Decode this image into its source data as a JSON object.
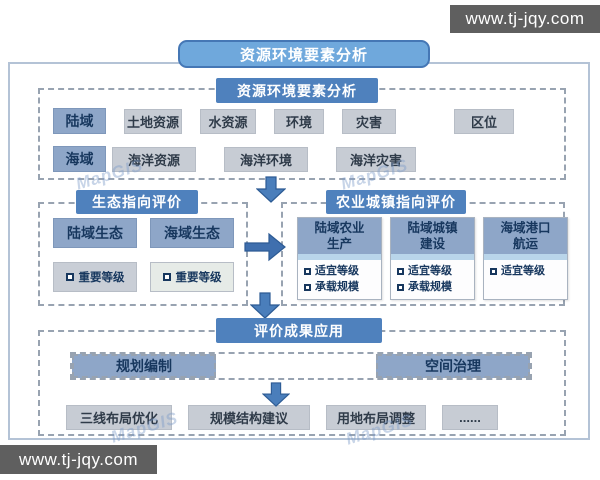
{
  "site_watermark": "www.tj-jqy.com",
  "bg_watermark": "MapGIS",
  "main_title": "资源环境要素分析",
  "colors": {
    "header_blue": "#4f81bd",
    "title_fill": "#6fa8dc",
    "title_border": "#4577b5",
    "label_bluegray": "#8ea6c8",
    "item_gray": "#c7ccd4",
    "card_strip_blue": "#b9d5ea",
    "arrow_blue": "#4a7ebb",
    "text_navy": "#17375e",
    "watermark_bar": "#5f5f5f"
  },
  "elements_section": {
    "header": "资源环境要素分析",
    "rows": [
      {
        "category": "陆域",
        "items": [
          "土地资源",
          "水资源",
          "环境",
          "灾害",
          "区位"
        ]
      },
      {
        "category": "海域",
        "items": [
          "海洋资源",
          "海洋环境",
          "海洋灾害"
        ]
      }
    ]
  },
  "eco_section": {
    "header": "生态指向评价",
    "columns": [
      {
        "title": "陆域生态",
        "item": "重要等级"
      },
      {
        "title": "海域生态",
        "item": "重要等级"
      }
    ]
  },
  "agri_section": {
    "header": "农业城镇指向评价",
    "cards": [
      {
        "title": "陆域农业生产",
        "items": [
          "适宜等级",
          "承载规模"
        ]
      },
      {
        "title": "陆域城镇建设",
        "items": [
          "适宜等级",
          "承载规模"
        ]
      },
      {
        "title": "海域港口航运",
        "items": [
          "适宜等级"
        ]
      }
    ]
  },
  "application_section": {
    "header": "评价成果应用",
    "strip": [
      "规划编制",
      "空间治理"
    ],
    "outputs": [
      "三线布局优化",
      "规模结构建议",
      "用地布局调整",
      "......"
    ]
  }
}
